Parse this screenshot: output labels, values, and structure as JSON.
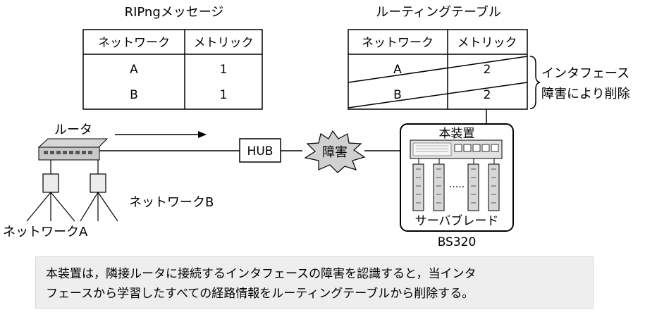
{
  "ripng_table": {
    "title": "RIPngメッセージ",
    "headers": [
      "ネットワーク",
      "メトリック"
    ],
    "rows": [
      {
        "network": "A",
        "metric": "1"
      },
      {
        "network": "B",
        "metric": "1"
      }
    ]
  },
  "routing_table": {
    "title": "ルーティングテーブル",
    "headers": [
      "ネットワーク",
      "メトリック"
    ],
    "rows": [
      {
        "network": "A",
        "metric": "2"
      },
      {
        "network": "B",
        "metric": "2"
      }
    ],
    "note_lines": [
      "インタフェース",
      "障害により削除"
    ]
  },
  "router_label": "ルータ",
  "hub_label": "HUB",
  "failure_label": "障害",
  "device": {
    "label": "本装置",
    "blade_label": "サーバブレード",
    "model": "BS320",
    "dots": "....."
  },
  "networks": {
    "a_label": "ネットワークA",
    "b_label": "ネットワークB"
  },
  "caption_lines": [
    "本装置は，隣接ルータに接続するインタフェースの障害を認識すると，当インタ",
    "フェースから学習したすべての経路情報をルーティングテーブルから削除する。"
  ]
}
